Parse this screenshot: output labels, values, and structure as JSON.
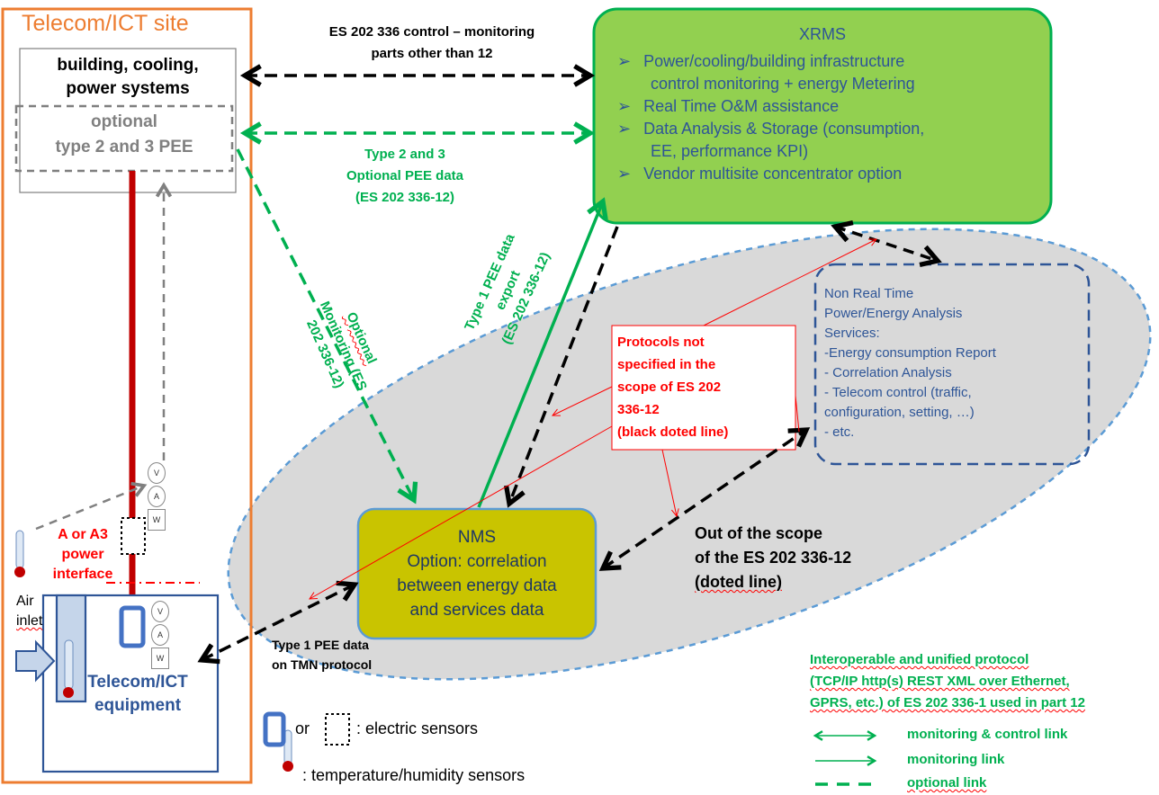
{
  "site": {
    "title": "Telecom/ICT  site",
    "building_box": [
      "building, cooling,",
      "power systems"
    ],
    "optional_box": [
      "optional",
      "type 2 and 3 PEE"
    ],
    "power_interface": [
      "A or A3",
      "power",
      "interface"
    ],
    "air_inlet": [
      "Air",
      "inlet"
    ],
    "equipment": [
      "Telecom/ICT",
      "equipment"
    ],
    "meter_labels": [
      "V",
      "A",
      "W"
    ]
  },
  "xrms": {
    "title": "XRMS",
    "bullets": [
      [
        "Power/cooling/building infrastructure",
        "control monitoring + energy Metering"
      ],
      [
        "Real Time O&M assistance"
      ],
      [
        "Data Analysis & Storage (consumption,",
        "EE, performance KPI)"
      ],
      [
        "Vendor multisite concentrator option"
      ]
    ]
  },
  "links": {
    "control_monitoring": [
      "ES 202 336 control – monitoring",
      "parts other than 12"
    ],
    "type23_data": [
      "Type 2 and 3",
      "Optional PEE data",
      "(ES 202 336-12)"
    ],
    "optional_monitoring": [
      "Optional",
      "Monitoring (ES",
      "202 336-12)"
    ],
    "type1_export": [
      "Type 1 PEE data",
      "export",
      "(ES 202 336-12)"
    ],
    "type1_tmn": [
      "Type 1 PEE data",
      "on TMN protocol"
    ]
  },
  "protocols_box": [
    "Protocols not",
    "specified in the",
    "scope of ES 202",
    "336-12",
    "(black doted line)"
  ],
  "nrt": {
    "lines": [
      "Non Real Time",
      "Power/Energy Analysis",
      "Services:",
      "-Energy consumption Report",
      "- Correlation Analysis",
      "- Telecom control (traffic,",
      "configuration, setting, …)",
      "- etc."
    ]
  },
  "nms": {
    "title": "NMS",
    "lines": [
      "Option: correlation",
      "between energy data",
      "and services data"
    ]
  },
  "out_of_scope": [
    "Out of the scope",
    "of the ES 202 336-12",
    "(doted line)"
  ],
  "legend": {
    "sensor_or": "or",
    "electric": ":  electric sensors",
    "temperature": ": temperature/humidity sensors",
    "protocol": [
      "Interoperable and unified protocol",
      "(TCP/IP http(s) REST XML over Ethernet,",
      "GPRS, etc.) of ES 202 336-1 used in part 12"
    ],
    "monitoring_control": "monitoring & control link",
    "monitoring": "monitoring link",
    "optional": "optional link"
  },
  "colors": {
    "orange": "#ed7d31",
    "green": "#00b050",
    "xrms_fill": "#92d050",
    "nms_fill": "#c9c400",
    "ellipse_fill": "#d9d9d9",
    "navy": "#2e5597",
    "red": "#ff0000"
  }
}
